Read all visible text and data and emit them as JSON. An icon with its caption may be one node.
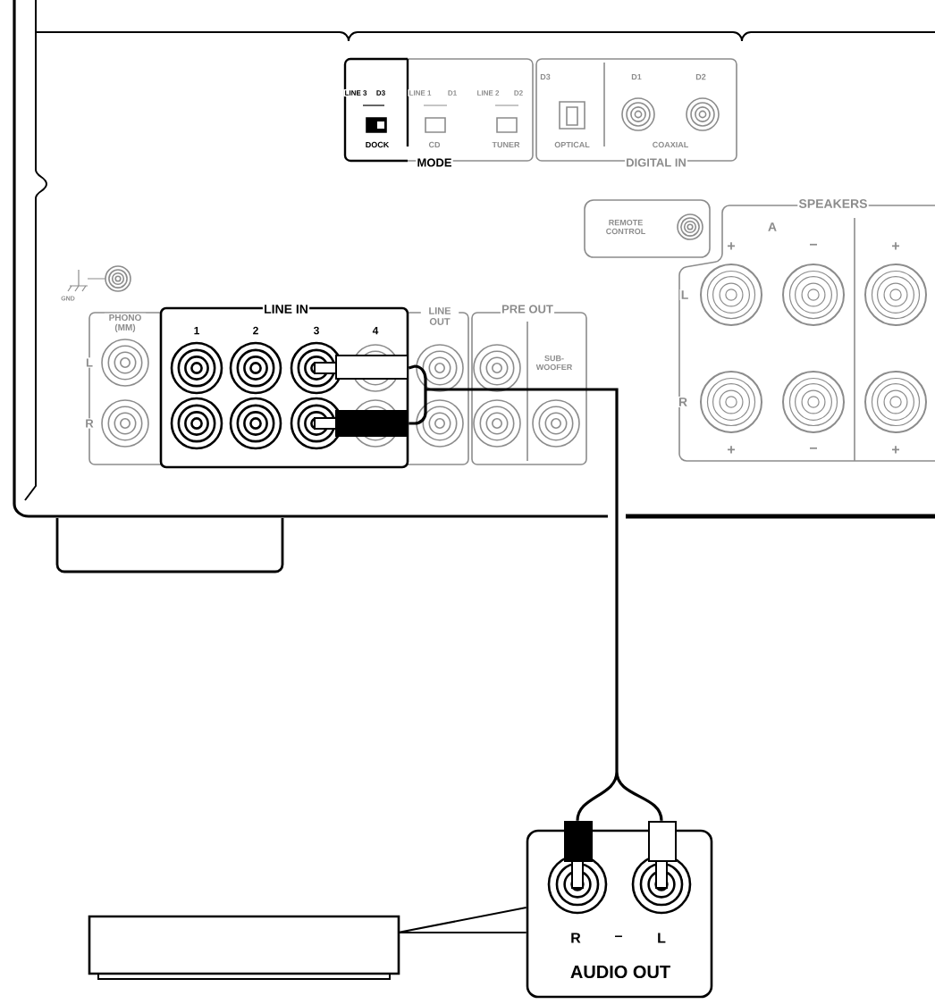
{
  "diagram": {
    "nodes": [
      {
        "text": [
          "LINE IN",
          "1",
          "2",
          "3",
          "4"
        ]
      },
      {
        "text": [
          "R",
          "–",
          "L",
          "AUDIO OUT"
        ]
      },
      {
        "text": [],
        "shape": "box"
      }
    ],
    "edges": [
      {
        "from": 0,
        "to": 1,
        "arrow": "none"
      },
      {
        "from": 2,
        "to": 1,
        "arrow": "none"
      }
    ],
    "labels": [
      "LINE 3",
      "D3",
      "LINE 1",
      "D1",
      "LINE 2",
      "D2",
      "DOCK",
      "CD",
      "TUNER",
      "MODE",
      "D3",
      "D1",
      "D2",
      "OPTICAL",
      "COAXIAL",
      "DIGITAL IN",
      "REMOTE CONTROL",
      "SPEAKERS",
      "A",
      "+",
      "−",
      "+",
      "L",
      "R",
      "+",
      "−",
      "+",
      "GND",
      "PHONO (MM)",
      "L",
      "R",
      "LINE OUT",
      "PRE OUT",
      "SUB-WOOFER"
    ]
  }
}
